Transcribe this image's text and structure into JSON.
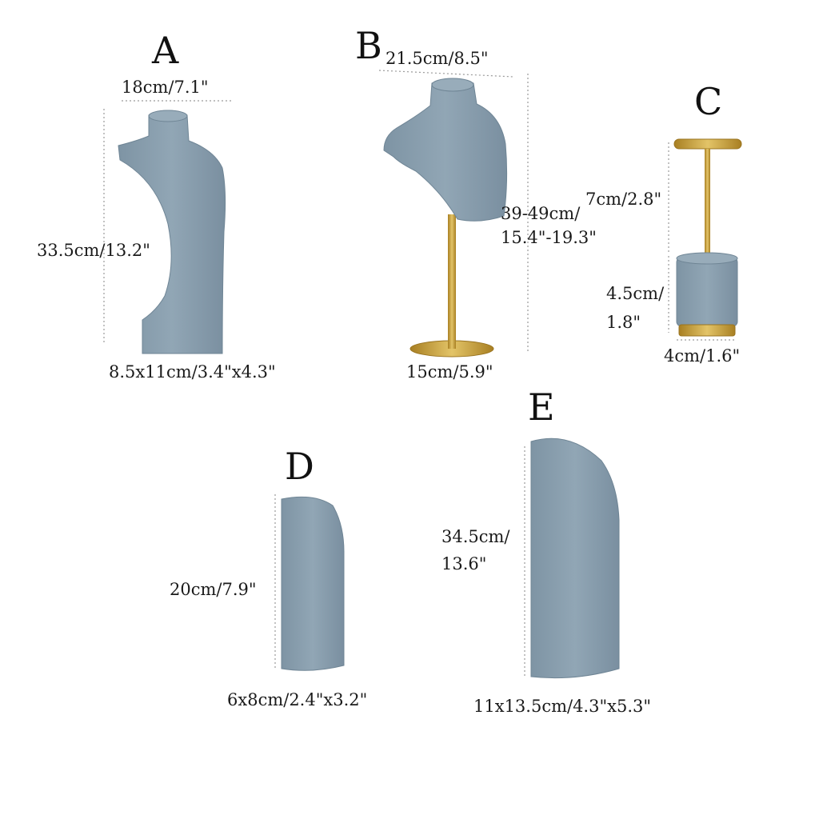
{
  "products": {
    "a": {
      "letter": "A",
      "top": "18cm/7.1\"",
      "height": "33.5cm/13.2\"",
      "base": "8.5x11cm/3.4\"x4.3\""
    },
    "b": {
      "letter": "B",
      "top": "21.5cm/8.5\"",
      "height1": "39-49cm/",
      "height2": "15.4\"-19.3\"",
      "base": "15cm/5.9\""
    },
    "c": {
      "letter": "C",
      "bar": "7cm/2.8\"",
      "cyl1": "4.5cm/",
      "cyl2": "1.8\"",
      "base": "4cm/1.6\""
    },
    "d": {
      "letter": "D",
      "height": "20cm/7.9\"",
      "base": "6x8cm/2.4\"x3.2\""
    },
    "e": {
      "letter": "E",
      "height1": "34.5cm/",
      "height2": "13.6\"",
      "base": "11x13.5cm/4.3\"x5.3\""
    }
  },
  "colors": {
    "velvet": "#8a9fae",
    "velvet_dark": "#6f8595",
    "gold": "#c9a23a"
  }
}
